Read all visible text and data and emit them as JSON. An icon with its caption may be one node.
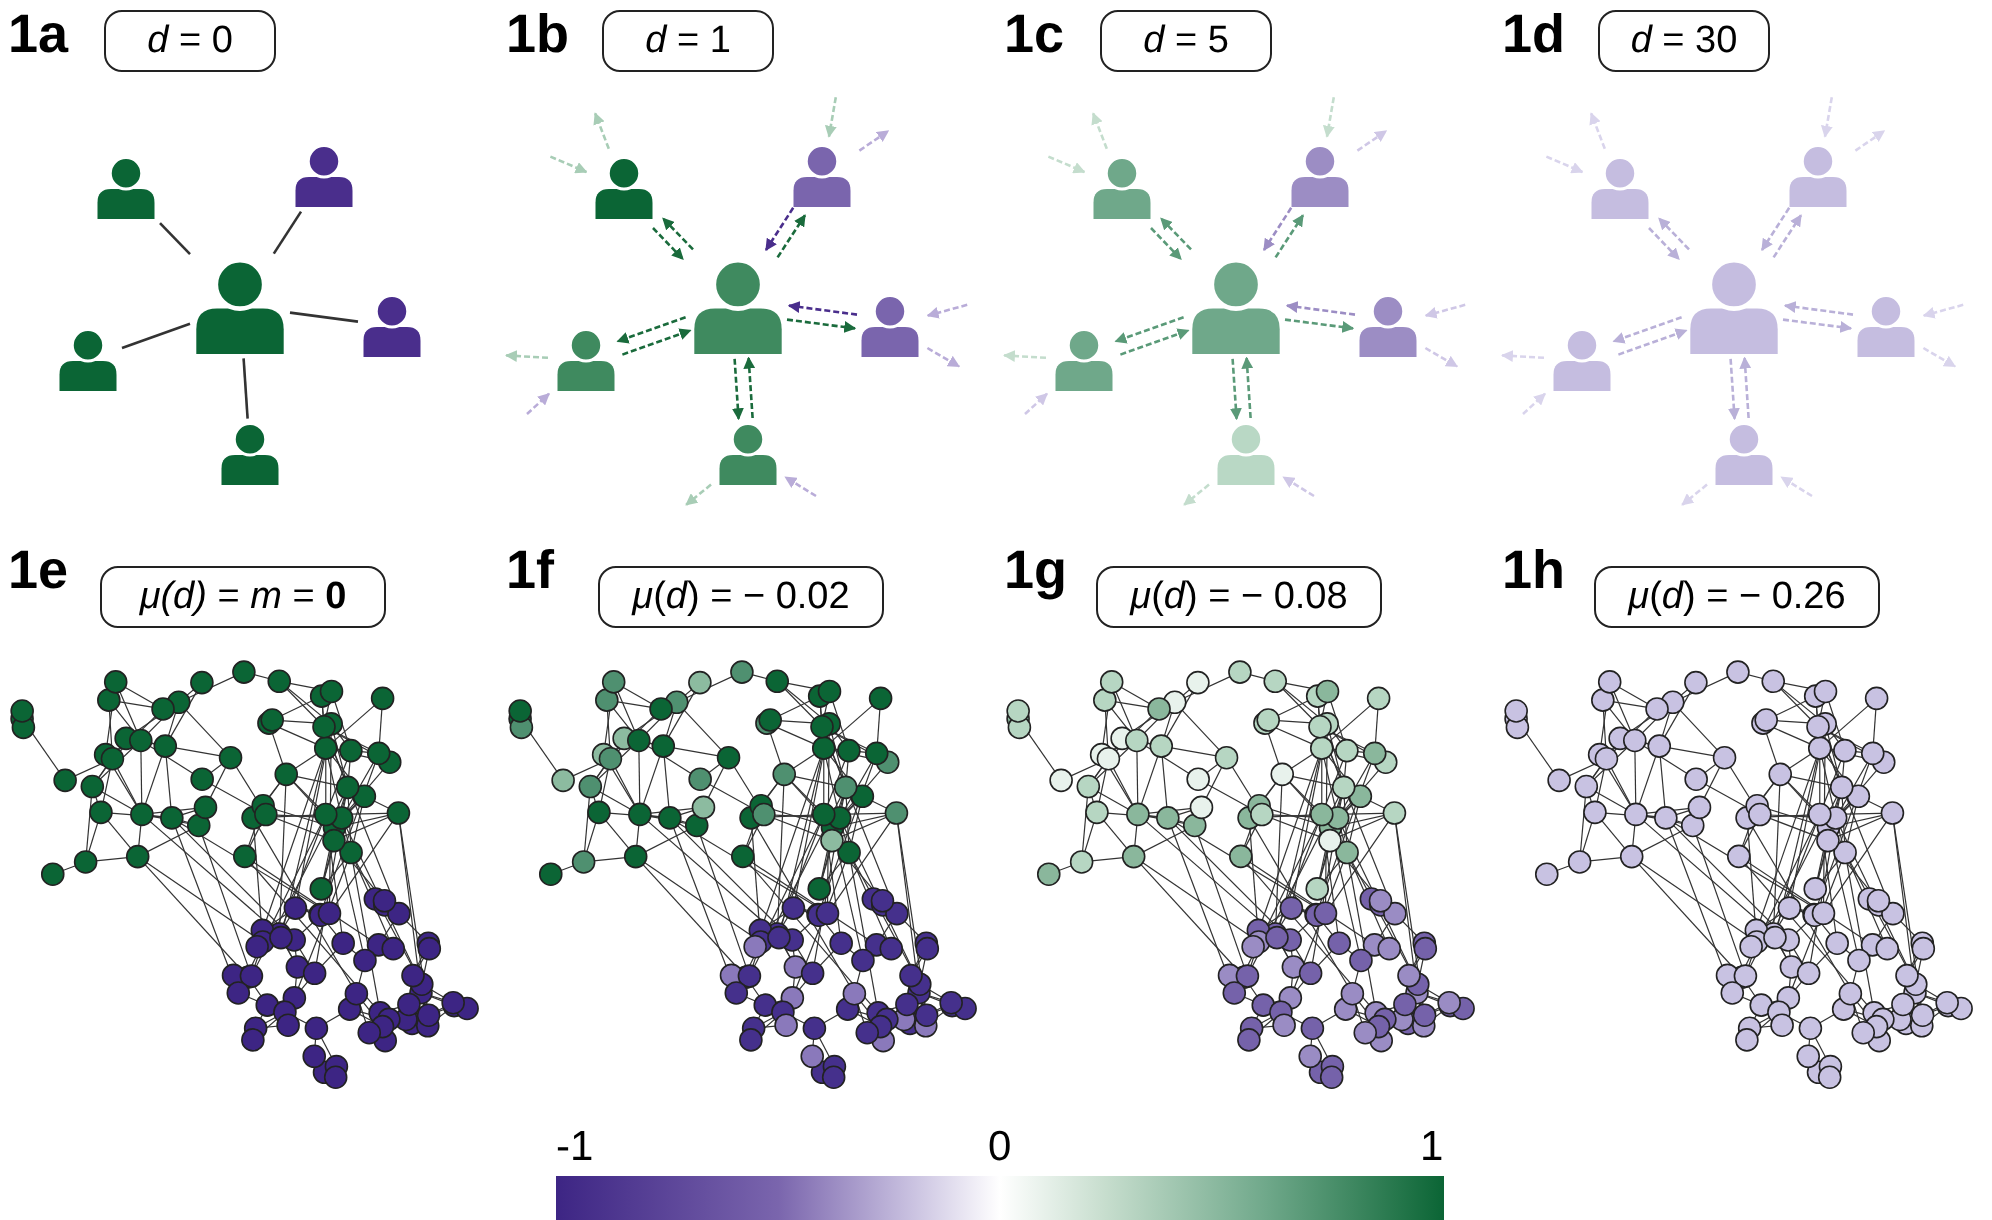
{
  "diagram": {
    "nodes": [
      {
        "text": [
          "*d* = 0"
        ]
      },
      {
        "text": [],
        "shape": "person"
      },
      {
        "text": [],
        "shape": "person"
      },
      {
        "text": [],
        "shape": "person"
      },
      {
        "text": [],
        "shape": "person"
      },
      {
        "text": [],
        "shape": "person"
      },
      {
        "text": [],
        "shape": "person"
      },
      {
        "text": [
          "*d* = 1"
        ]
      },
      {
        "text": [],
        "shape": "person"
      },
      {
        "text": [],
        "shape": "person"
      },
      {
        "text": [],
        "shape": "person"
      },
      {
        "text": [],
        "shape": "person"
      },
      {
        "text": [],
        "shape": "person"
      },
      {
        "text": [],
        "shape": "person"
      },
      {
        "text": [
          "*d* = 5"
        ]
      },
      {
        "text": [],
        "shape": "person"
      },
      {
        "text": [],
        "shape": "person"
      },
      {
        "text": [],
        "shape": "person"
      },
      {
        "text": [],
        "shape": "person"
      },
      {
        "text": [],
        "shape": "person"
      },
      {
        "text": [],
        "shape": "person"
      },
      {
        "text": [
          "*d* = 30"
        ]
      },
      {
        "text": [],
        "shape": "person"
      },
      {
        "text": [],
        "shape": "person"
      },
      {
        "text": [],
        "shape": "person"
      },
      {
        "text": [],
        "shape": "person"
      },
      {
        "text": [],
        "shape": "person"
      },
      {
        "text": [],
        "shape": "person"
      },
      {
        "text": [
          "*μ(d)* = *m* = **0**"
        ]
      },
      {
        "text": [
          "*μ*(*d*) = − 0.02"
        ]
      },
      {
        "text": [
          "*μ*(*d*) = − 0.08"
        ]
      },
      {
        "text": [
          "*μ*(*d*) = − 0.26"
        ]
      }
    ],
    "edges": [
      {
        "from": 1,
        "to": 2,
        "arrow": "none",
        "color": "#333333"
      },
      {
        "from": 1,
        "to": 3,
        "arrow": "none",
        "color": "#333333"
      },
      {
        "from": 1,
        "to": 4,
        "arrow": "none",
        "color": "#333333"
      },
      {
        "from": 1,
        "to": 5,
        "arrow": "none",
        "color": "#333333"
      },
      {
        "from": 1,
        "to": 6,
        "arrow": "none",
        "color": "#333333"
      },
      {
        "from": 8,
        "to": 9,
        "arrow": "to",
        "style": "dashed",
        "color": "#1a6b3c"
      },
      {
        "from": 9,
        "to": 8,
        "arrow": "to",
        "style": "dashed",
        "color": "#1a6b3c"
      },
      {
        "from": 9,
        "to": null,
        "arrow": "to",
        "style": "dashed",
        "color": "#a8cdb6"
      },
      {
        "from": null,
        "to": 9,
        "arrow": "to",
        "style": "dashed",
        "color": "#a8cdb6"
      },
      {
        "from": 8,
        "to": 10,
        "arrow": "to",
        "style": "dashed",
        "color": "#1a6b3c"
      },
      {
        "from": 10,
        "to": 8,
        "arrow": "to",
        "style": "dashed",
        "color": "#4a2e8c"
      },
      {
        "from": 10,
        "to": null,
        "arrow": "to",
        "style": "dashed",
        "color": "#b9acd8"
      },
      {
        "from": null,
        "to": 10,
        "arrow": "to",
        "style": "dashed",
        "color": "#a8cdb6"
      },
      {
        "from": 8,
        "to": 11,
        "arrow": "to",
        "style": "dashed",
        "color": "#1a6b3c"
      },
      {
        "from": 11,
        "to": 8,
        "arrow": "to",
        "style": "dashed",
        "color": "#4a2e8c"
      },
      {
        "from": 11,
        "to": null,
        "arrow": "to",
        "style": "dashed",
        "color": "#b9acd8"
      },
      {
        "from": null,
        "to": 11,
        "arrow": "to",
        "style": "dashed",
        "color": "#b9acd8"
      },
      {
        "from": 8,
        "to": 12,
        "arrow": "to",
        "style": "dashed",
        "color": "#1a6b3c"
      },
      {
        "from": 12,
        "to": 8,
        "arrow": "to",
        "style": "dashed",
        "color": "#1a6b3c"
      },
      {
        "from": 12,
        "to": null,
        "arrow": "to",
        "style": "dashed",
        "color": "#a8cdb6"
      },
      {
        "from": null,
        "to": 12,
        "arrow": "to",
        "style": "dashed",
        "color": "#b9acd8"
      },
      {
        "from": 8,
        "to": 13,
        "arrow": "to",
        "style": "dashed",
        "color": "#1a6b3c"
      },
      {
        "from": 13,
        "to": 8,
        "arrow": "to",
        "style": "dashed",
        "color": "#1a6b3c"
      },
      {
        "from": 13,
        "to": null,
        "arrow": "to",
        "style": "dashed",
        "color": "#a8cdb6"
      },
      {
        "from": null,
        "to": 13,
        "arrow": "to",
        "style": "dashed",
        "color": "#b9acd8"
      },
      {
        "from": 15,
        "to": 16,
        "arrow": "to",
        "style": "dashed",
        "color": "#5a9a78"
      },
      {
        "from": 16,
        "to": 15,
        "arrow": "to",
        "style": "dashed",
        "color": "#5a9a78"
      },
      {
        "from": 16,
        "to": null,
        "arrow": "to",
        "style": "dashed",
        "color": "#c4ddcd"
      },
      {
        "from": null,
        "to": 16,
        "arrow": "to",
        "style": "dashed",
        "color": "#c4ddcd"
      },
      {
        "from": 15,
        "to": 17,
        "arrow": "to",
        "style": "dashed",
        "color": "#5a9a78"
      },
      {
        "from": 17,
        "to": 15,
        "arrow": "to",
        "style": "dashed",
        "color": "#9c8dc4"
      },
      {
        "from": 17,
        "to": null,
        "arrow": "to",
        "style": "dashed",
        "color": "#cfc7e6"
      },
      {
        "from": null,
        "to": 17,
        "arrow": "to",
        "style": "dashed",
        "color": "#c4ddcd"
      },
      {
        "from": 15,
        "to": 18,
        "arrow": "to",
        "style": "dashed",
        "color": "#5a9a78"
      },
      {
        "from": 18,
        "to": 15,
        "arrow": "to",
        "style": "dashed",
        "color": "#9c8dc4"
      },
      {
        "from": 18,
        "to": null,
        "arrow": "to",
        "style": "dashed",
        "color": "#cfc7e6"
      },
      {
        "from": null,
        "to": 18,
        "arrow": "to",
        "style": "dashed",
        "color": "#cfc7e6"
      },
      {
        "from": 15,
        "to": 19,
        "arrow": "to",
        "style": "dashed",
        "color": "#5a9a78"
      },
      {
        "from": 19,
        "to": 15,
        "arrow": "to",
        "style": "dashed",
        "color": "#5a9a78"
      },
      {
        "from": 19,
        "to": null,
        "arrow": "to",
        "style": "dashed",
        "color": "#c4ddcd"
      },
      {
        "from": null,
        "to": 19,
        "arrow": "to",
        "style": "dashed",
        "color": "#cfc7e6"
      },
      {
        "from": 15,
        "to": 20,
        "arrow": "to",
        "style": "dashed",
        "color": "#5a9a78"
      },
      {
        "from": 20,
        "to": 15,
        "arrow": "to",
        "style": "dashed",
        "color": "#5a9a78"
      },
      {
        "from": 20,
        "to": null,
        "arrow": "to",
        "style": "dashed",
        "color": "#c4ddcd"
      },
      {
        "from": null,
        "to": 20,
        "arrow": "to",
        "style": "dashed",
        "color": "#cfc7e6"
      },
      {
        "from": 22,
        "to": 23,
        "arrow": "to",
        "style": "dashed",
        "color": "#b9b0d8"
      },
      {
        "from": 23,
        "to": 22,
        "arrow": "to",
        "style": "dashed",
        "color": "#b9b0d8"
      },
      {
        "from": 23,
        "to": null,
        "arrow": "to",
        "style": "dashed",
        "color": "#d9d4ec"
      },
      {
        "from": null,
        "to": 23,
        "arrow": "to",
        "style": "dashed",
        "color": "#d9d4ec"
      },
      {
        "from": 22,
        "to": 24,
        "arrow": "to",
        "style": "dashed",
        "color": "#b9b0d8"
      },
      {
        "from": 24,
        "to": 22,
        "arrow": "to",
        "style": "dashed",
        "color": "#b9b0d8"
      },
      {
        "from": 24,
        "to": null,
        "arrow": "to",
        "style": "dashed",
        "color": "#d9d4ec"
      },
      {
        "from": null,
        "to": 24,
        "arrow": "to",
        "style": "dashed",
        "color": "#d9d4ec"
      },
      {
        "from": 22,
        "to": 25,
        "arrow": "to",
        "style": "dashed",
        "color": "#b9b0d8"
      },
      {
        "from": 25,
        "to": 22,
        "arrow": "to",
        "style": "dashed",
        "color": "#b9b0d8"
      },
      {
        "from": 25,
        "to": null,
        "arrow": "to",
        "style": "dashed",
        "color": "#d9d4ec"
      },
      {
        "from": null,
        "to": 25,
        "arrow": "to",
        "style": "dashed",
        "color": "#d9d4ec"
      },
      {
        "from": 22,
        "to": 26,
        "arrow": "to",
        "style": "dashed",
        "color": "#b9b0d8"
      },
      {
        "from": 26,
        "to": 22,
        "arrow": "to",
        "style": "dashed",
        "color": "#b9b0d8"
      },
      {
        "from": 26,
        "to": null,
        "arrow": "to",
        "style": "dashed",
        "color": "#d9d4ec"
      },
      {
        "from": null,
        "to": 26,
        "arrow": "to",
        "style": "dashed",
        "color": "#d9d4ec"
      },
      {
        "from": 22,
        "to": 27,
        "arrow": "to",
        "style": "dashed",
        "color": "#b9b0d8"
      },
      {
        "from": 27,
        "to": 22,
        "arrow": "to",
        "style": "dashed",
        "color": "#b9b0d8"
      },
      {
        "from": 27,
        "to": null,
        "arrow": "to",
        "style": "dashed",
        "color": "#d9d4ec"
      },
      {
        "from": null,
        "to": 27,
        "arrow": "to",
        "style": "dashed",
        "color": "#d9d4ec"
      }
    ],
    "labels": [
      "1a",
      "1b",
      "1c",
      "1d",
      "1e",
      "1f",
      "1g",
      "1h",
      "-1",
      "0",
      "1"
    ]
  }
}
